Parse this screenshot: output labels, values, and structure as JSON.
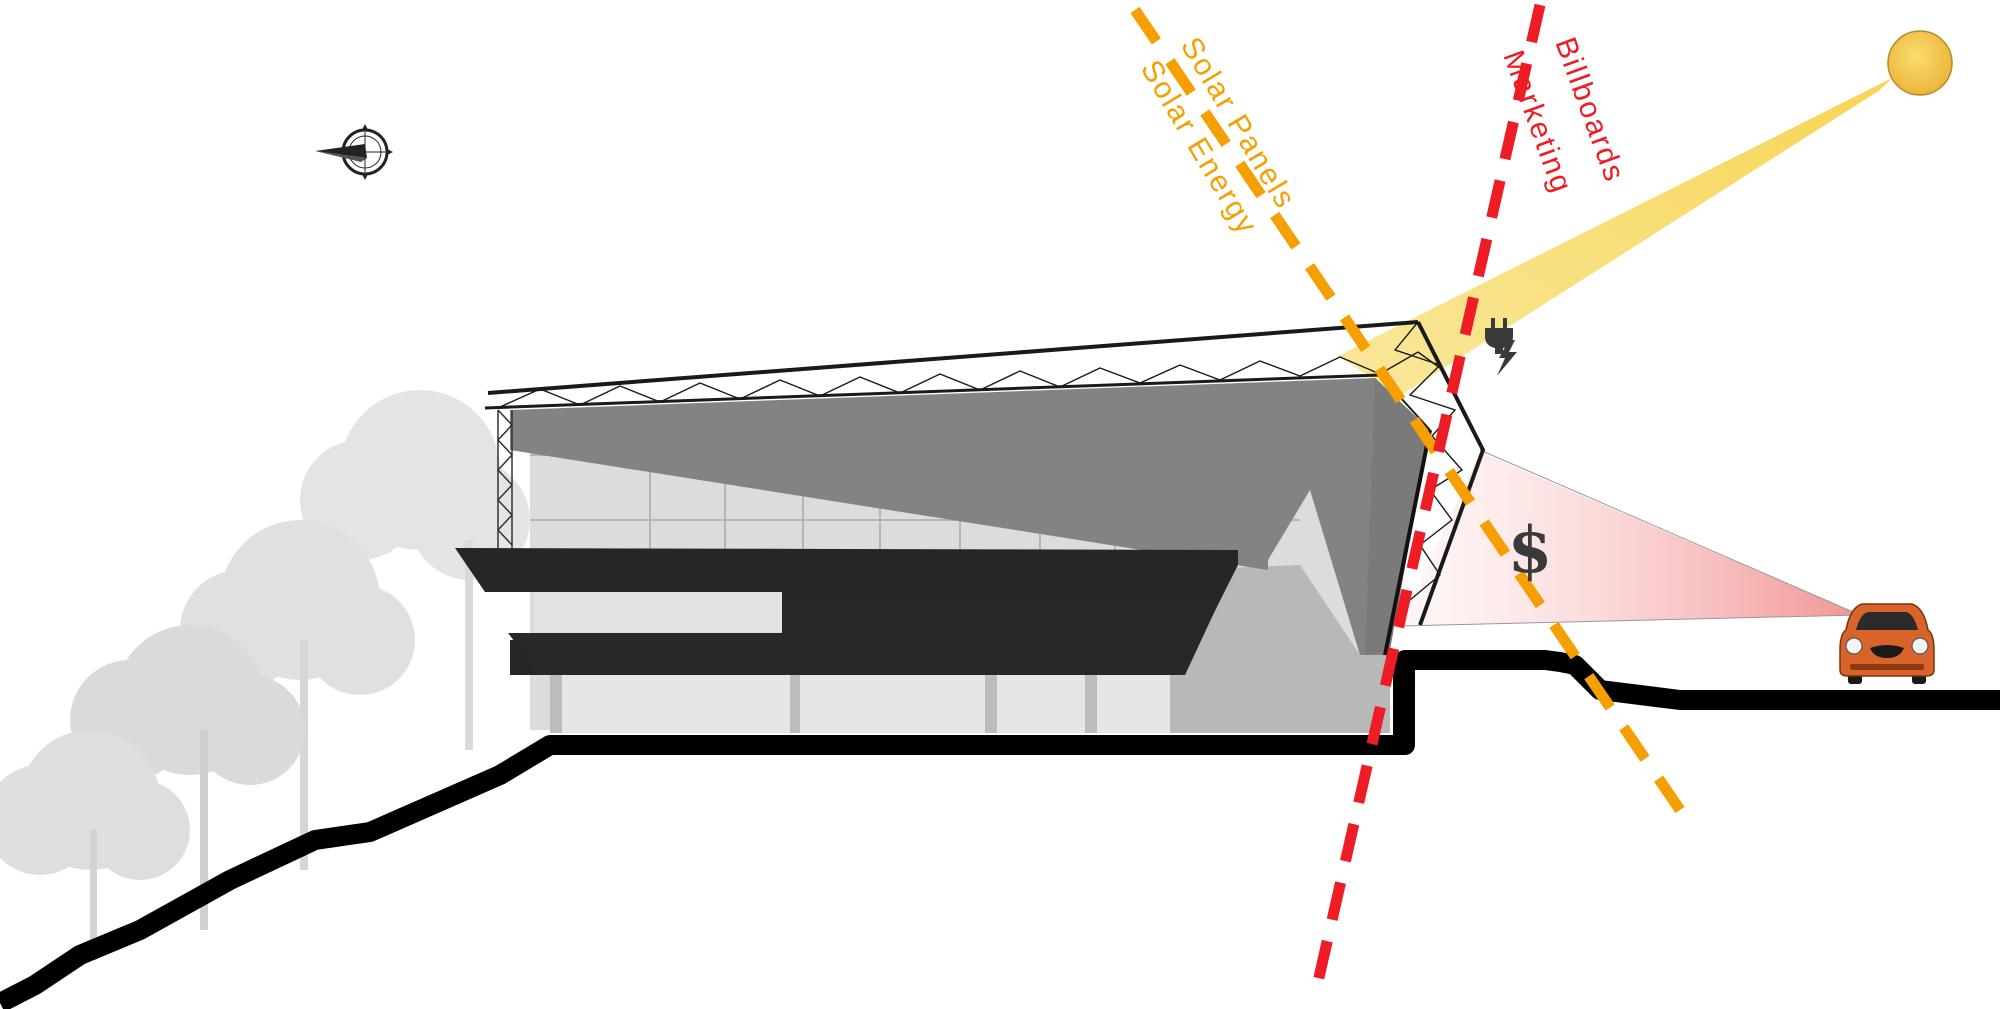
{
  "labels": {
    "solar_line1": "Solar Panels",
    "solar_line2": "Solar Energy",
    "billboard_line1": "Billboards",
    "billboard_line2": "Marketing",
    "dollar_symbol": "$"
  },
  "colors": {
    "solar": "#f5a000",
    "billboard": "#ee1c24",
    "sun": "#f6c545",
    "ground": "#000000",
    "car": "#d8642a"
  },
  "icons": {
    "compass": "compass-icon",
    "sun": "sun-icon",
    "energy": "plug-lightning-icon",
    "money": "dollar-icon",
    "car": "car-icon",
    "trees": "tree-icon"
  }
}
